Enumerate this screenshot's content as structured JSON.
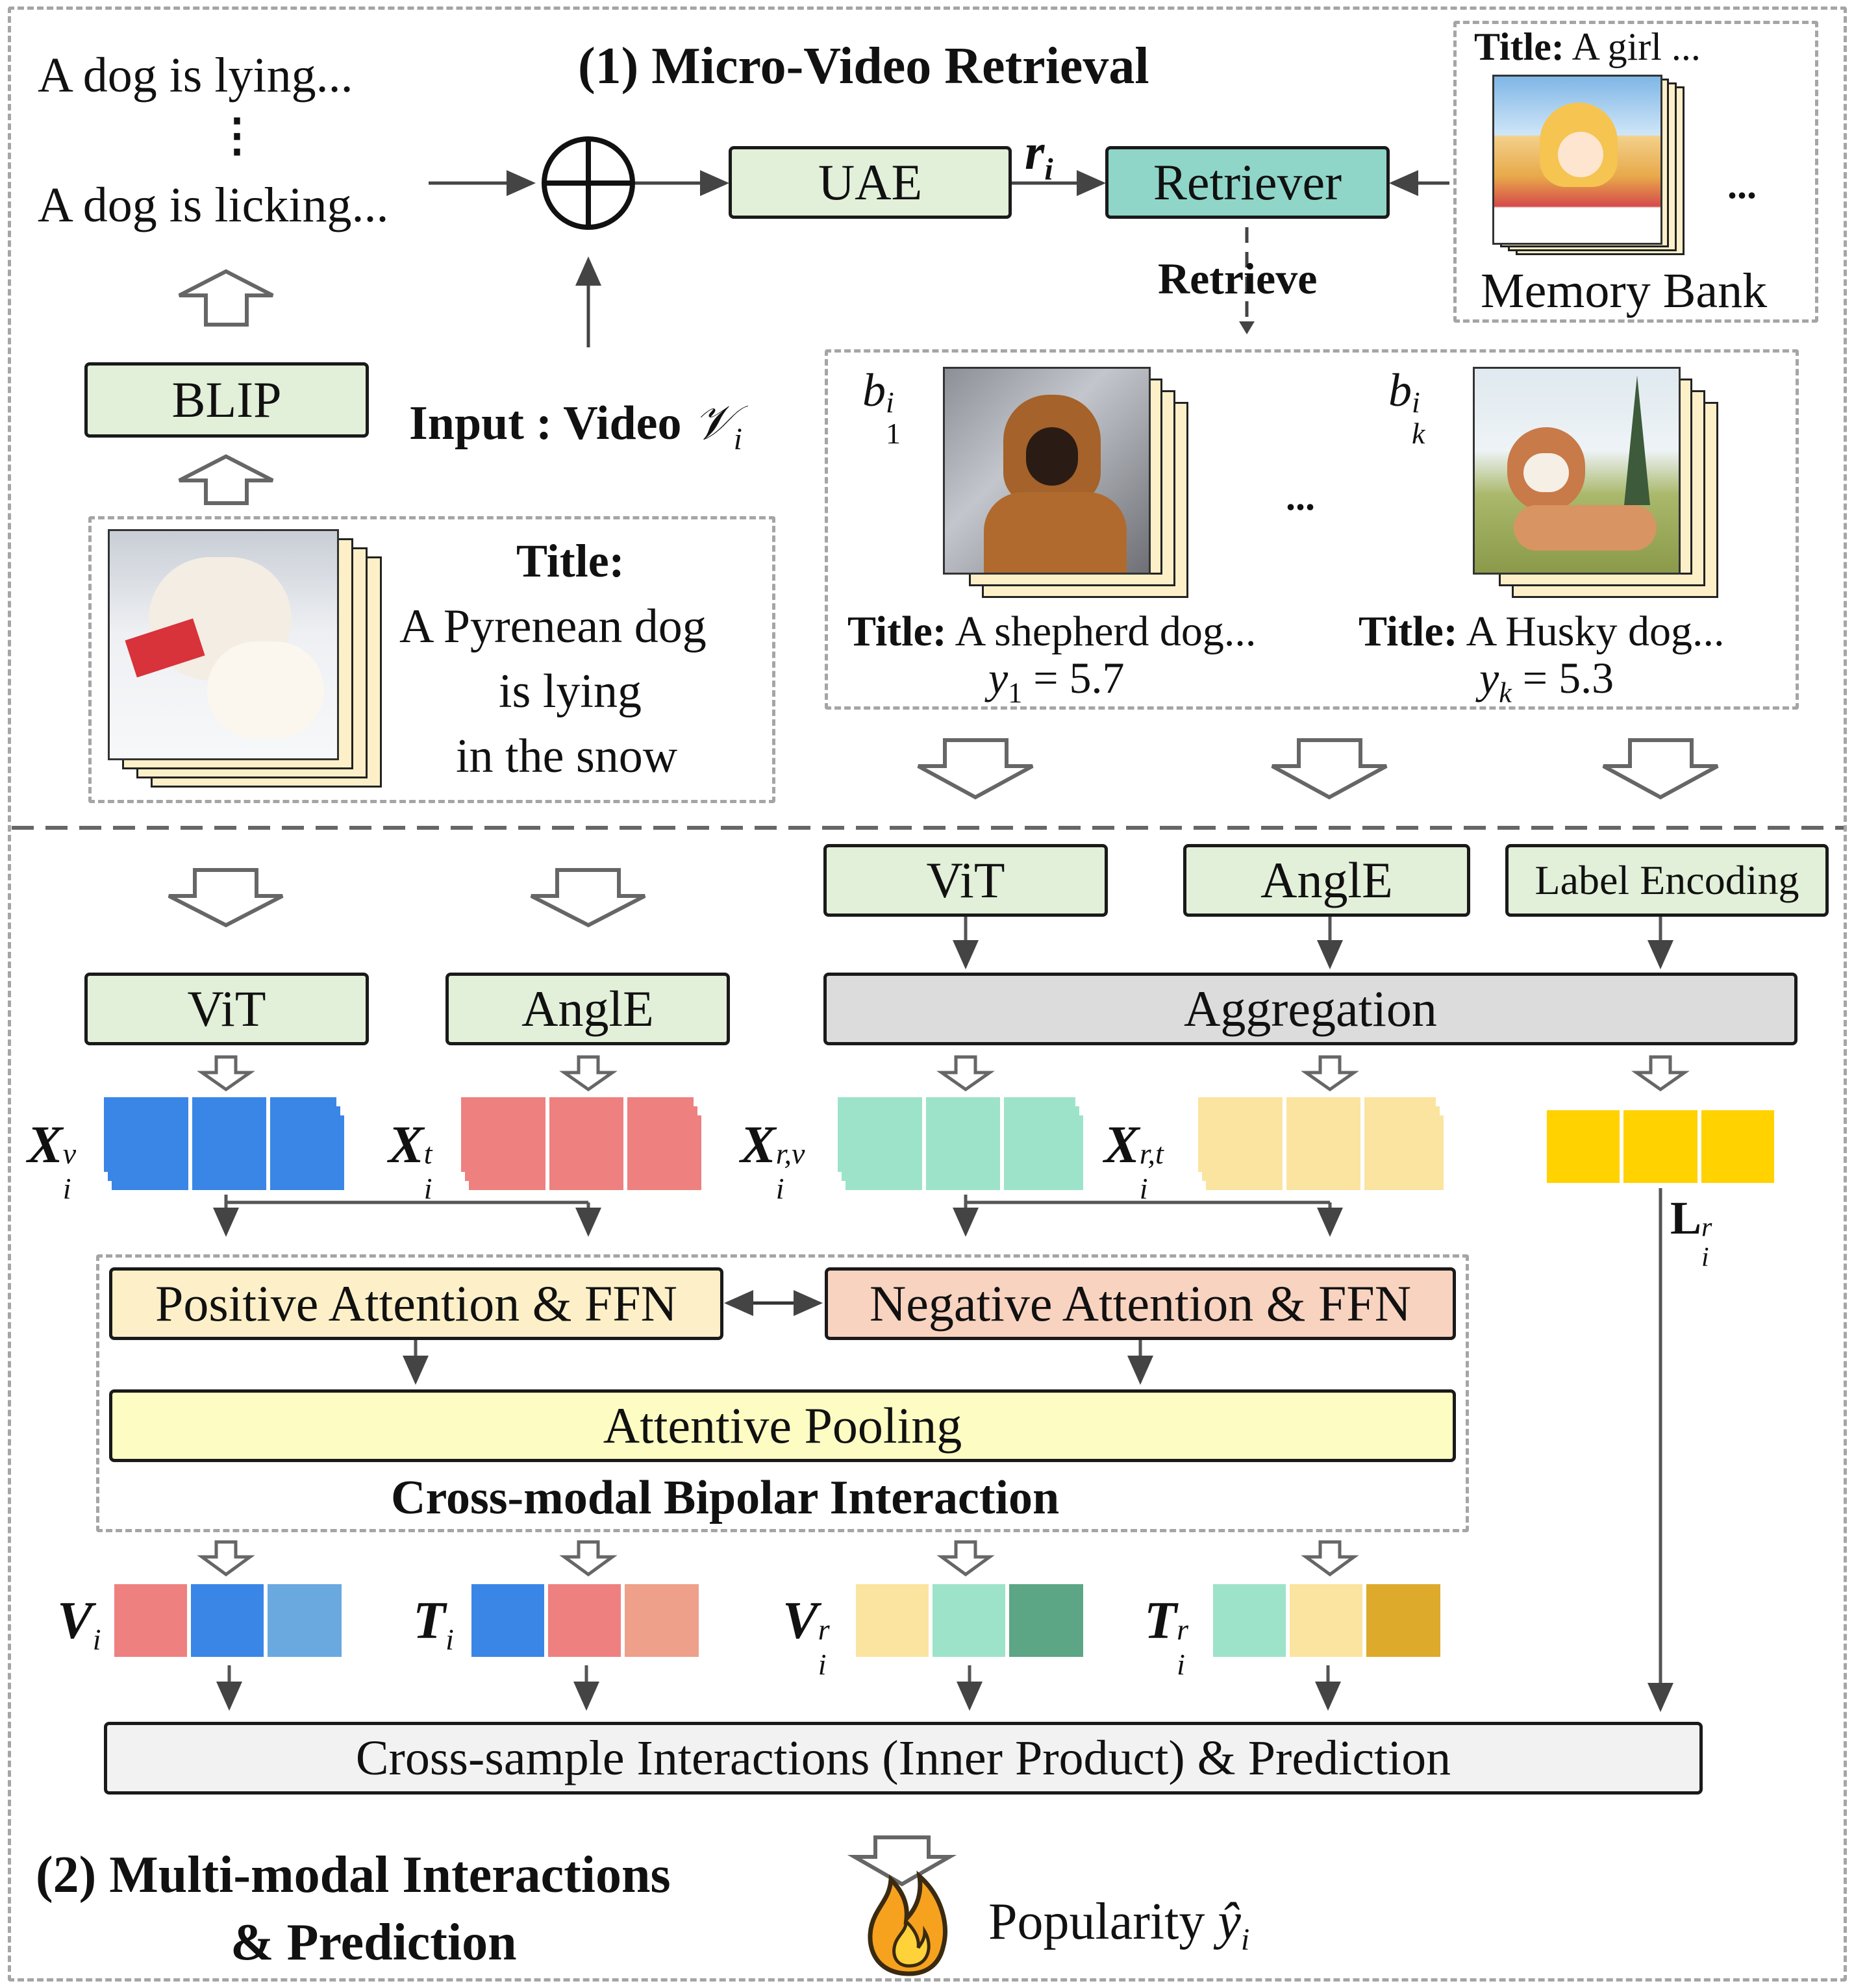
{
  "retrieval": {
    "title": "(1) Micro-Video Retrieval",
    "caption_1": "A dog is lying...",
    "caption_dots": "⋮",
    "caption_2": "A dog is licking...",
    "blip": "BLIP",
    "input_label": "Input : Video ",
    "input_symbol": "𝒱",
    "input_sub": "i",
    "uae": "UAE",
    "r_symbol": "r",
    "r_sub": "i",
    "retriever": "Retriever",
    "retrieve": "Retrieve",
    "memory_bank": {
      "title_bold": "Title:",
      "title_text": " A girl ...",
      "ellipsis": "...",
      "label": "Memory Bank"
    },
    "input_video": {
      "title_bold": "Title:",
      "lines": [
        "A Pyrenean  dog",
        "is lying",
        "in the snow"
      ]
    },
    "retrieved": [
      {
        "symbol": "b",
        "sup": "i",
        "sub": "1",
        "title_bold": "Title:",
        "title_text": " A shepherd dog...",
        "y_label": "y",
        "y_sub": "1",
        "y_value": " = 5.7"
      },
      {
        "symbol": "b",
        "sup": "i",
        "sub": "k",
        "title_bold": "Title:",
        "title_text": " A Husky dog...",
        "y_label": "y",
        "y_sub": "k",
        "y_value": " = 5.3"
      }
    ],
    "retrieved_ellipsis": "..."
  },
  "interaction": {
    "vit_left": "ViT",
    "angle_left": "AnglE",
    "vit_right": "ViT",
    "angle_right": "AnglE",
    "label_encoding": "Label Encoding",
    "aggregation": "Aggregation",
    "features": [
      {
        "sym": "X",
        "sub": "i",
        "sup": "v"
      },
      {
        "sym": "X",
        "sub": "i",
        "sup": "t"
      },
      {
        "sym": "X",
        "sub": "i",
        "sup": "r,v"
      },
      {
        "sym": "X",
        "sub": "i",
        "sup": "r,t"
      }
    ],
    "label_feature": {
      "sym": "L",
      "sub": "i",
      "sup": "r"
    },
    "positive": "Positive Attention & FFN",
    "negative": "Negative Attention & FFN",
    "pooling": "Attentive Pooling",
    "bipolar": "Cross-modal Bipolar Interaction",
    "outputs": [
      {
        "sym": "V",
        "sub": "i",
        "sup": ""
      },
      {
        "sym": "T",
        "sub": "i",
        "sup": ""
      },
      {
        "sym": "V",
        "sub": "i",
        "sup": "r"
      },
      {
        "sym": "T",
        "sub": "i",
        "sup": "r"
      }
    ],
    "cross_sample": "Cross-sample Interactions (Inner Product) & Prediction",
    "section_title_1": "(2) Multi-modal Interactions",
    "section_title_2": "& Prediction",
    "popularity": "Popularity ",
    "popularity_symbol": "ŷ",
    "popularity_sub": "i"
  },
  "colors": {
    "blue": "#3a86e6",
    "red": "#ee8080",
    "mint": "#9de3c9",
    "sand": "#fbe4a0",
    "gold": "#ffd200",
    "light_blue": "#6aa8e0",
    "peach": "#eea08a",
    "dark_green": "#5ca585",
    "mustard": "#ddaa2c"
  }
}
